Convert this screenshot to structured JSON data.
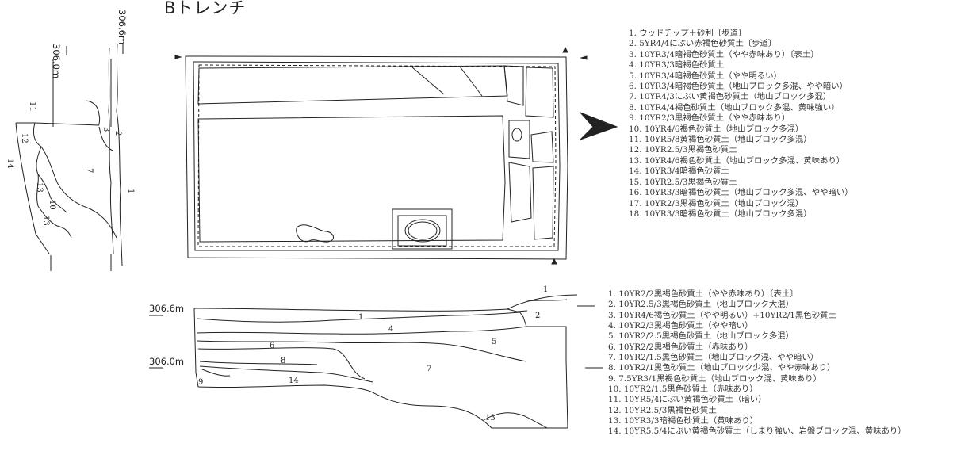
{
  "title": "Bトレンチ",
  "section_a": {
    "elev_top": "306.6m",
    "elev_bottom": "306.0m",
    "layer_labels": [
      "1",
      "2",
      "3",
      "7",
      "10",
      "11",
      "12",
      "13",
      "13",
      "14"
    ]
  },
  "section_b": {
    "elev_top": "306.6m",
    "elev_bottom": "306.0m",
    "layer_labels": [
      "1",
      "1",
      "2",
      "4",
      "5",
      "6",
      "7",
      "8",
      "9",
      "13",
      "14"
    ]
  },
  "legend_top": [
    "1. ウッドチップ＋砂利〔歩道〕",
    "2. 5YR4/4にぶい赤褐色砂質土〔歩道〕",
    "3. 10YR3/4暗褐色砂質土（やや赤味あり）〔表土〕",
    "4. 10YR3/3暗褐色砂質土",
    "5. 10YR3/4暗褐色砂質土（やや明るい）",
    "6. 10YR3/4暗褐色砂質土（地山ブロック多混、やや暗い）",
    "7. 10YR4/3にぶい黄褐色砂質土（地山ブロック多混）",
    "8. 10YR4/4褐色砂質土（地山ブロック多混、黄味強い）",
    "9. 10YR2/3黒褐色砂質土（やや赤味あり）",
    "10. 10YR4/6褐色砂質土（地山ブロック多混）",
    "11. 10YR5/8黄褐色砂質土（地山ブロック多混）",
    "12. 10YR2.5/3黒褐色砂質土",
    "13. 10YR4/6褐色砂質土（地山ブロック多混、黄味あり）",
    "14. 10YR3/4暗褐色砂質土",
    "15. 10YR2.5/3黒褐色砂質土",
    "16. 10YR3/3暗褐色砂質土（地山ブロック多混、やや暗い）",
    "17. 10YR2/3黒褐色砂質土（地山ブロック混）",
    "18. 10YR3/3暗褐色砂質土（地山ブロック多混）"
  ],
  "legend_bottom": [
    "1. 10YR2/2黒褐色砂質土（やや赤味あり）〔表土〕",
    "2. 10YR2.5/3黒褐色砂質土（地山ブロック大混）",
    "3. 10YR4/6褐色砂質土（やや明るい）+10YR2/1黒色砂質土",
    "4. 10YR2/3黒褐色砂質土（やや暗い）",
    "5. 10YR2/2.5黒褐色砂質土（地山ブロック多混）",
    "6. 10YR2/2黒褐色砂質土（赤味あり）",
    "7. 10YR2/1.5黒色砂質土（地山ブロック混、やや暗い）",
    "8. 10YR2/1黒色砂質土（地山ブロック少混、やや赤味あり）",
    "9. 7.5YR3/1黒褐色砂質土（地山ブロック混、黄味あり）",
    "10. 10YR2/1.5黒色砂質土（赤味あり）",
    "11. 10YR5/4にぶい黄褐色砂質土（暗い）",
    "12. 10YR2.5/3黒褐色砂質土",
    "13. 10YR3/3暗褐色砂質土（黄味あり）",
    "14. 10YR5.5/4にぶい黄褐色砂質土（しまり強い、岩盤ブロック混、黄味あり）"
  ],
  "colors": {
    "line": "#222222",
    "text": "#222222",
    "background": "#ffffff"
  }
}
